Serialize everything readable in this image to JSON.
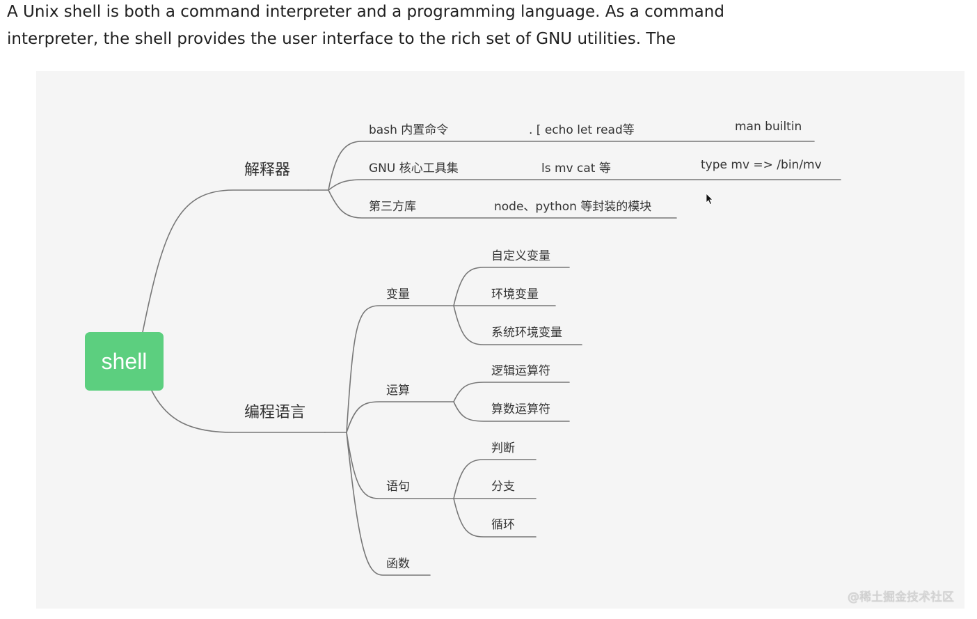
{
  "intro": {
    "line1": "A Unix shell is both a command interpreter and a programming language. As a command",
    "line2": "interpreter, the shell provides the user interface to the rich set of GNU utilities. The"
  },
  "mindmap": {
    "root": "shell",
    "interpreter": {
      "label": "解释器",
      "items": [
        {
          "name": "bash 内置命令",
          "examples": ".  [  echo  let  read等",
          "note": "man builtin"
        },
        {
          "name": "GNU 核心工具集",
          "examples": "ls   mv  cat 等",
          "note": "type mv =>  /bin/mv"
        },
        {
          "name": "第三方库",
          "examples": "node、python 等封装的模块"
        }
      ]
    },
    "programming": {
      "label": "编程语言",
      "groups": [
        {
          "name": "变量",
          "children": [
            "自定义变量",
            "环境变量",
            "系统环境变量"
          ]
        },
        {
          "name": "运算",
          "children": [
            "逻辑运算符",
            "算数运算符"
          ]
        },
        {
          "name": "语句",
          "children": [
            "判断",
            "分支",
            "循环"
          ]
        },
        {
          "name": "函数",
          "children": []
        }
      ]
    }
  },
  "watermark": "@稀土掘金技术社区",
  "colors": {
    "root_fill": "#5ccf7f",
    "line": "#777777",
    "canvas_bg": "#f5f5f5"
  },
  "icons": {
    "cursor": "mouse-pointer-icon"
  }
}
